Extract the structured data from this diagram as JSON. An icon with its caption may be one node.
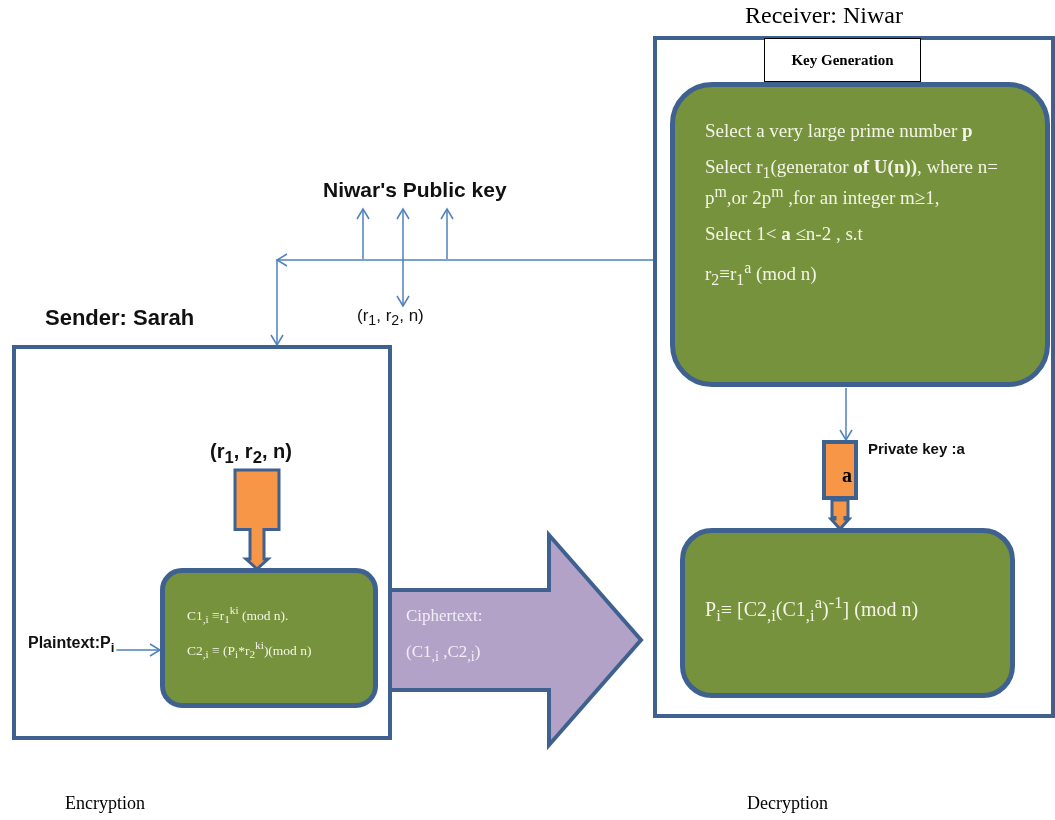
{
  "diagram": {
    "nodes": [
      {
        "text": [
          "Receiver: Niwar"
        ]
      },
      {
        "text": [
          "Key Generation"
        ],
        "in": 0
      },
      {
        "text": [
          "Select a very large prime number **p**",
          "Select r$_{1}$(generator **of** **U(n))**, where n= p$^{m}$,or 2p$^{m}$ ,for an integer m≥1,",
          "Select 1< **a** ≤n-2 , s.t",
          "r$_{2}$≡r$_{1}$$^{a}$ (mod n)"
        ],
        "in": 0
      },
      {
        "text": [
          "Niwar's Public key"
        ]
      },
      {
        "text": [
          "(r$_{1}$, r$_{2}$, n)"
        ]
      },
      {
        "text": [
          "Sender: Sarah"
        ]
      },
      {
        "text": [
          "(r$_{1}$, r$_{2}$, n)"
        ],
        "in": 5
      },
      {
        "text": [
          "Plaintext:P$_{i}$"
        ],
        "in": 5
      },
      {
        "text": [
          "C1$_{,i}$ ≡r$_{1}$$^{ki}$ (mod n).",
          "C2$_{,i}$ ≡ (P$_{i}$*r$_{2}$$^{ki}$)(mod n)"
        ],
        "in": 5
      },
      {
        "text": [
          "a"
        ],
        "beside": [
          "Private key :a"
        ],
        "in": 0
      },
      {
        "text": [
          "P$_{i}$≡ [C2$_{,i}$(C1$_{,i}$$^{a}$)$^{-1}$] (mod n)"
        ],
        "in": 0
      }
    ],
    "edges": [
      {
        "from": 0,
        "to": 5,
        "arrow": "to"
      },
      {
        "from": null,
        "to": 3,
        "arrow": "to"
      },
      {
        "from": 4,
        "to": 3,
        "arrow": "both"
      },
      {
        "from": null,
        "to": 3,
        "arrow": "to"
      },
      {
        "from": 6,
        "to": 8,
        "arrow": "to",
        "style": "thick",
        "color": "#f79646"
      },
      {
        "from": 7,
        "to": 8,
        "arrow": "to"
      },
      {
        "from": 5,
        "to": 0,
        "arrow": "to",
        "label": "Ciphertext: (C1$_{,i}$ ,C2$_{,i}$)",
        "style": "thick",
        "color": "#b3a2c7"
      },
      {
        "from": 2,
        "to": 9,
        "arrow": "to"
      },
      {
        "from": 9,
        "to": 10,
        "arrow": "to",
        "style": "thick",
        "color": "#f79646"
      }
    ],
    "labels": [
      "Encryption",
      "Decryption"
    ]
  }
}
